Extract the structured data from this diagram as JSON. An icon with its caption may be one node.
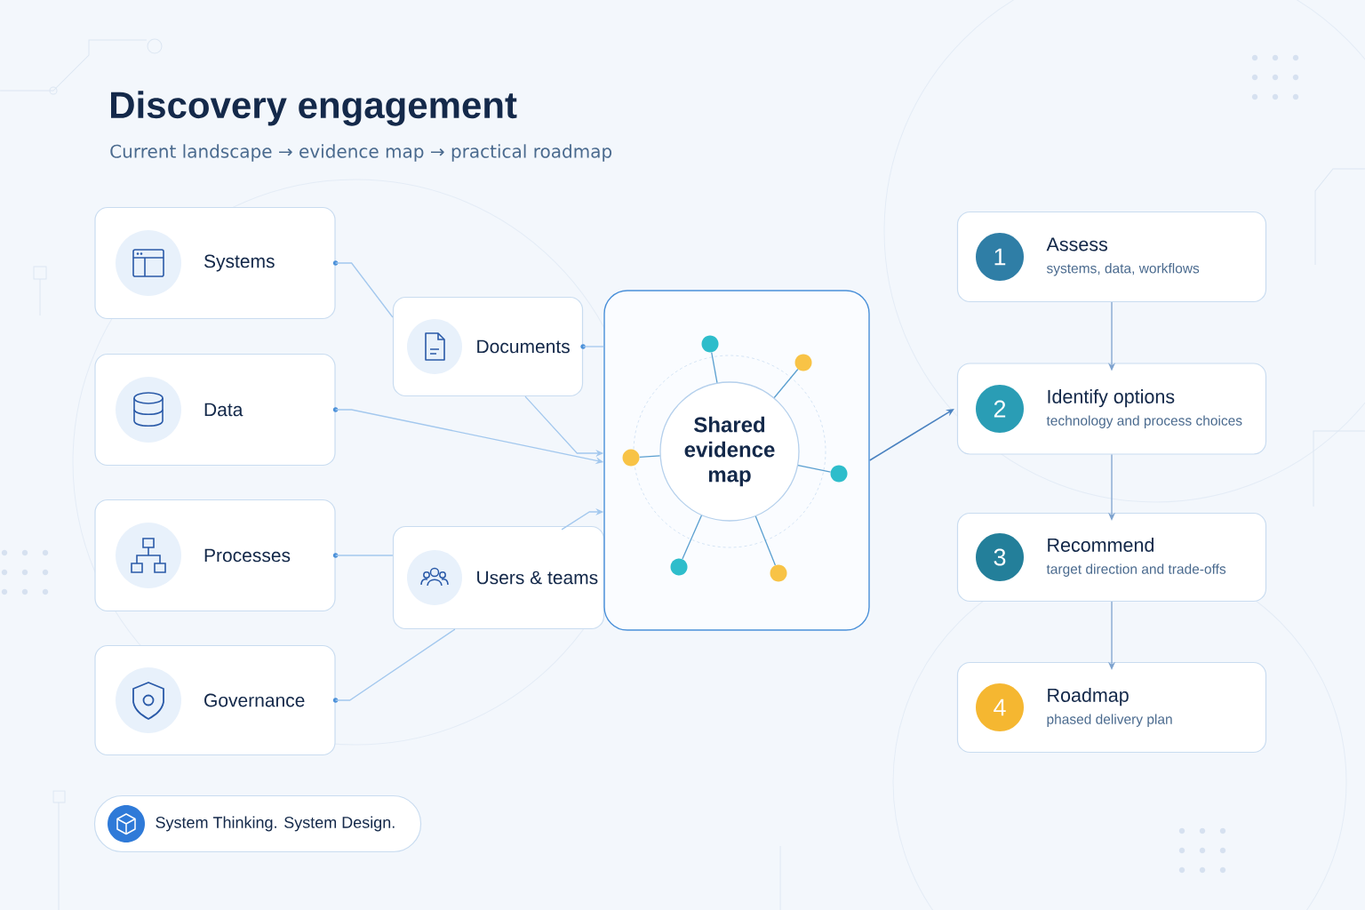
{
  "diagram": {
    "title": "Discovery engagement",
    "nodes": [
      {
        "text": [
          "Systems"
        ]
      },
      {
        "text": [
          "Data"
        ]
      },
      {
        "text": [
          "Processes"
        ]
      },
      {
        "text": [
          "Governance"
        ]
      },
      {
        "text": [
          "Documents"
        ]
      },
      {
        "text": [
          "Users & teams"
        ]
      },
      {
        "text": [],
        "shape": "box"
      },
      {
        "text": [
          "Shared evidence map"
        ],
        "in": 6
      },
      {
        "text": [],
        "shape": "circle",
        "in": 6
      },
      {
        "text": [],
        "shape": "circle",
        "in": 6
      },
      {
        "text": [],
        "shape": "circle",
        "in": 6
      },
      {
        "text": [],
        "shape": "circle",
        "in": 6
      },
      {
        "text": [],
        "shape": "circle",
        "in": 6
      },
      {
        "text": [],
        "shape": "circle",
        "in": 6
      },
      {
        "text": [
          "1",
          "Assess",
          "systems, data, workflows"
        ]
      },
      {
        "text": [
          "2",
          "Identify options",
          "technology and process choices"
        ]
      },
      {
        "text": [
          "3",
          "Recommend",
          "target direction and trade-offs"
        ]
      },
      {
        "text": [
          "4",
          "Roadmap",
          "phased delivery plan"
        ]
      },
      {
        "text": [
          "System Thinking. System Design."
        ]
      }
    ],
    "edges": [
      {
        "from": 0,
        "to": 4,
        "arrow": "none"
      },
      {
        "from": 4,
        "to": 6,
        "arrow": "none"
      },
      {
        "from": 4,
        "to": 6,
        "arrow": "to"
      },
      {
        "from": 1,
        "to": 6,
        "arrow": "to"
      },
      {
        "from": 2,
        "to": 5,
        "arrow": "none"
      },
      {
        "from": 5,
        "to": 6,
        "arrow": "to"
      },
      {
        "from": 3,
        "to": 5,
        "arrow": "none"
      },
      {
        "from": 7,
        "to": 8,
        "arrow": "none",
        "color": "#5a9fd0"
      },
      {
        "from": 7,
        "to": 9,
        "arrow": "none",
        "color": "#5a9fd0"
      },
      {
        "from": 7,
        "to": 10,
        "arrow": "none",
        "color": "#5a9fd0"
      },
      {
        "from": 7,
        "to": 11,
        "arrow": "none",
        "color": "#5a9fd0"
      },
      {
        "from": 7,
        "to": 12,
        "arrow": "none",
        "color": "#5a9fd0"
      },
      {
        "from": 7,
        "to": 13,
        "arrow": "none",
        "color": "#5a9fd0"
      },
      {
        "from": 6,
        "to": 15,
        "arrow": "to",
        "color": "#4a82c0"
      },
      {
        "from": 14,
        "to": 15,
        "arrow": "to",
        "color": "#7ea3cf"
      },
      {
        "from": 15,
        "to": 16,
        "arrow": "to",
        "color": "#7ea3cf"
      },
      {
        "from": 16,
        "to": 17,
        "arrow": "to",
        "color": "#7ea3cf"
      }
    ],
    "labels": [
      "Current landscape → evidence map → practical roadmap"
    ]
  }
}
